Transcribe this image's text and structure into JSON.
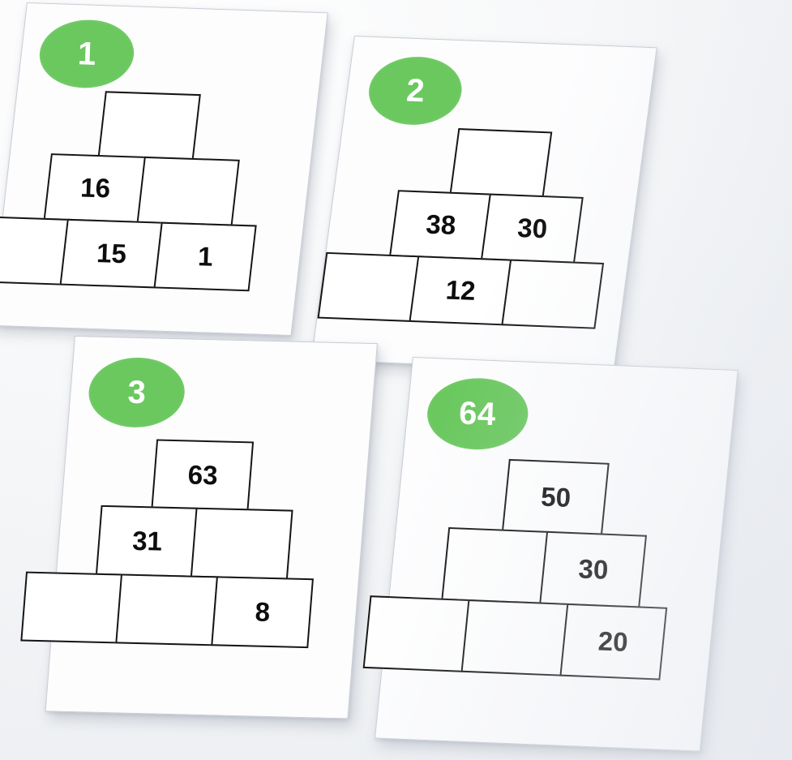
{
  "scene": {
    "description": "Photograph of four printed number-pyramid worksheet cards on a white surface",
    "background_color": "#f3f4f6",
    "badge_color": "#6ac85e",
    "badge_text_color": "#ffffff",
    "cell_border_color": "#151515",
    "card_color": "#fdfdfe"
  },
  "cards": [
    {
      "badge": "1",
      "rows": [
        [
          ""
        ],
        [
          "16",
          ""
        ],
        [
          "",
          "15",
          "1"
        ]
      ]
    },
    {
      "badge": "2",
      "rows": [
        [
          ""
        ],
        [
          "38",
          "30"
        ],
        [
          "",
          "12",
          ""
        ]
      ]
    },
    {
      "badge": "3",
      "rows": [
        [
          "63"
        ],
        [
          "31",
          ""
        ],
        [
          "",
          "",
          "8"
        ]
      ]
    },
    {
      "badge": "64",
      "rows": [
        [
          "50"
        ],
        [
          "",
          "30"
        ],
        [
          "",
          "",
          "20"
        ]
      ]
    }
  ]
}
